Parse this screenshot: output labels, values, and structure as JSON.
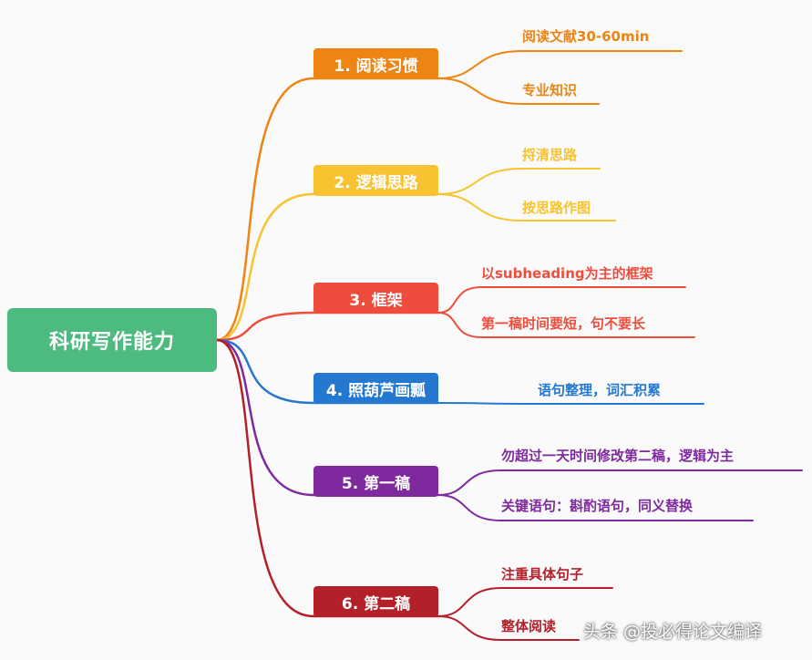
{
  "root": {
    "label": "科研写作能力",
    "color": "#4dbb7f"
  },
  "branches": [
    {
      "label": "1. 阅读习惯",
      "color": "#ee8411",
      "leaves": [
        "阅读文献30-60min",
        "专业知识"
      ]
    },
    {
      "label": "2. 逻辑思路",
      "color": "#f7c330",
      "leaves": [
        "捋清思路",
        "按思路作图"
      ]
    },
    {
      "label": "3. 框架",
      "color": "#ee4d3d",
      "leaves": [
        "以subheading为主的框架",
        "第一稿时间要短，句不要长"
      ]
    },
    {
      "label": "4. 照葫芦画瓢",
      "color": "#2478d0",
      "leaves": [
        "语句整理，词汇积累"
      ]
    },
    {
      "label": "5. 第一稿",
      "color": "#7e2a9e",
      "leaves": [
        "勿超过一天时间修改第二稿，逻辑为主",
        "关键语句：斟酌语句，同义替换"
      ]
    },
    {
      "label": "6. 第二稿",
      "color": "#b3202a",
      "leaves": [
        "注重具体句子",
        "整体阅读"
      ]
    }
  ],
  "watermark": "头条 @投必得论文编译"
}
